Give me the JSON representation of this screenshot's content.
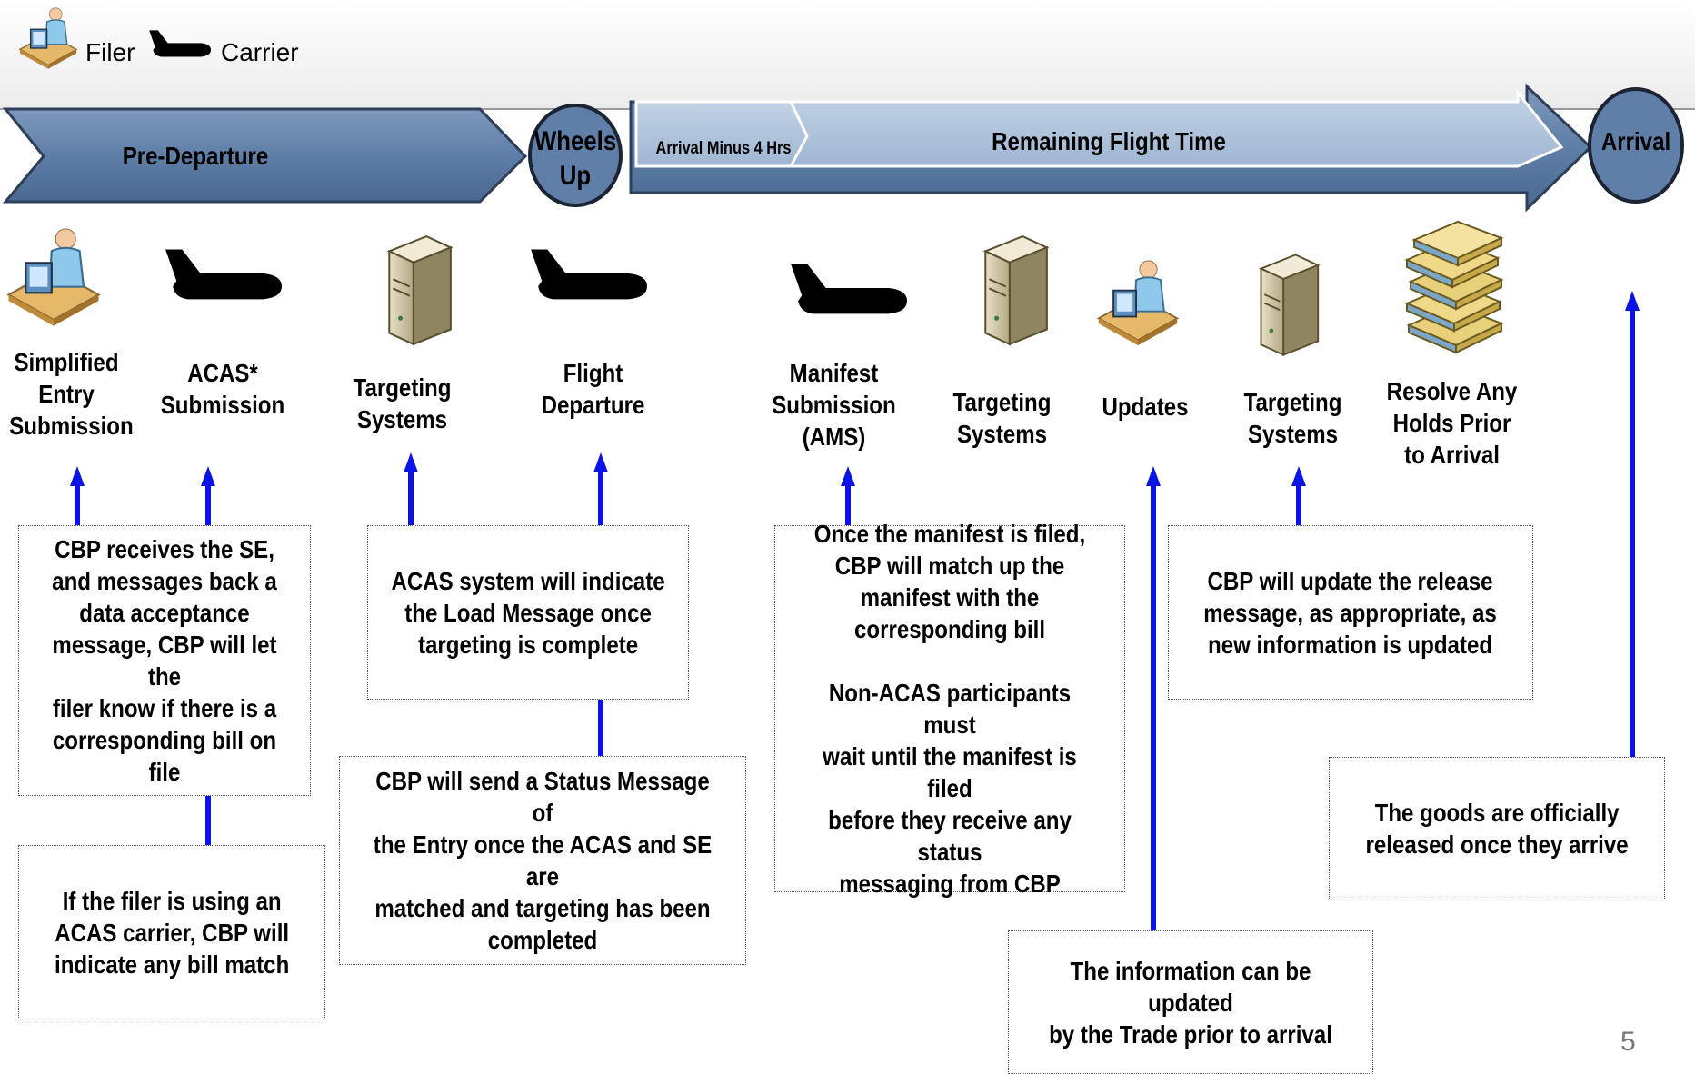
{
  "legend": {
    "filer_label": "Filer",
    "carrier_label": "Carrier"
  },
  "timeline": {
    "pre_departure": "Pre-Departure",
    "wheels_up_line1": "Wheels",
    "wheels_up_line2": "Up",
    "arrival_minus": "Arrival Minus 4 Hrs",
    "remaining": "Remaining Flight Time",
    "arrival": "Arrival"
  },
  "steps": [
    {
      "label": "Simplified\nEntry\nSubmission",
      "icon": "filer-icon"
    },
    {
      "label": "ACAS*\nSubmission",
      "icon": "airplane-icon"
    },
    {
      "label": "Targeting\nSystems",
      "icon": "server-icon"
    },
    {
      "label": "Flight\nDeparture",
      "icon": "airplane-icon"
    },
    {
      "label": "Manifest\nSubmission\n(AMS)",
      "icon": "airplane-icon"
    },
    {
      "label": "Targeting\nSystems",
      "icon": "server-icon"
    },
    {
      "label": "Updates",
      "icon": "filer-icon"
    },
    {
      "label": "Targeting\nSystems",
      "icon": "server-icon"
    },
    {
      "label": "Resolve Any\nHolds Prior\nto Arrival",
      "icon": "books-icon"
    }
  ],
  "notes": [
    "CBP receives the SE,\nand messages back a\ndata acceptance\nmessage, CBP will let the\nfiler know if there is a\ncorresponding bill on file",
    "If the filer is using an\nACAS carrier, CBP will\nindicate any bill match",
    "ACAS system will indicate\nthe Load Message once\ntargeting is complete",
    "CBP will send a Status Message of\nthe Entry once the ACAS and SE are\nmatched and targeting has been\ncompleted",
    "Once the manifest is filed,\nCBP will match up the\nmanifest with the\ncorresponding bill\n\nNon-ACAS participants must\nwait until the manifest is filed\nbefore they receive any status\nmessaging from CBP",
    "CBP will update the release\nmessage, as appropriate, as\nnew information is updated",
    "The goods are officially\nreleased once they arrive",
    "The information can be updated\nby the Trade prior to arrival"
  ],
  "page_number": "5",
  "colors": {
    "arrow_dark": "#5b7aa3",
    "arrow_light": "#a9bfd9",
    "connector": "#0a14e6"
  }
}
